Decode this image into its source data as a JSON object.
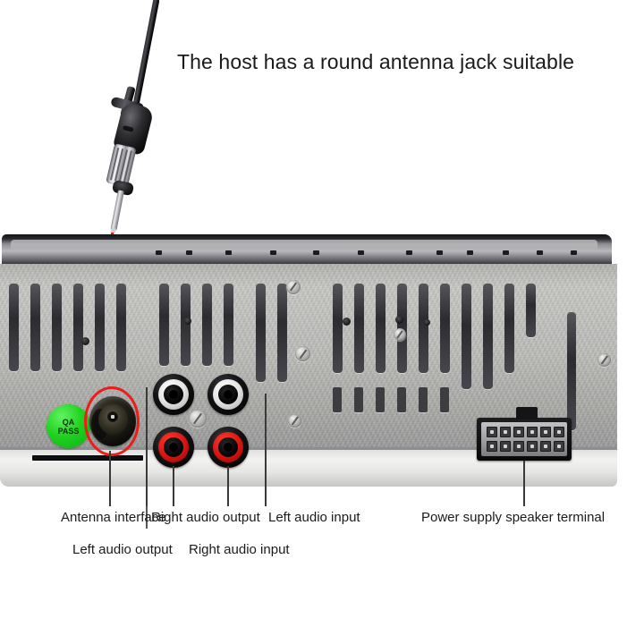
{
  "headline": {
    "text": "The host has a round antenna jack suitable"
  },
  "device": {
    "sticker": {
      "line1": "QA",
      "line2": "PASS"
    }
  },
  "callouts": [
    {
      "id": "antenna-interface",
      "label": "Antenna interface"
    },
    {
      "id": "left-audio-output",
      "label": "Left audio output"
    },
    {
      "id": "right-audio-output",
      "label": "Right audio output"
    },
    {
      "id": "right-audio-input",
      "label": "Right audio input"
    },
    {
      "id": "left-audio-input",
      "label": "Left audio input"
    },
    {
      "id": "power-supply-speaker-terminal",
      "label": "Power supply speaker terminal"
    }
  ],
  "colors": {
    "highlight": "#ee1b18",
    "sticker_green": "#21d321",
    "rca_white": "#ffffff",
    "rca_red": "#d61410",
    "background": "#ffffff",
    "text": "#1b1b1b"
  },
  "annotation": {
    "highlight_shape": "ellipse",
    "highlight_target": "antenna-interface"
  }
}
